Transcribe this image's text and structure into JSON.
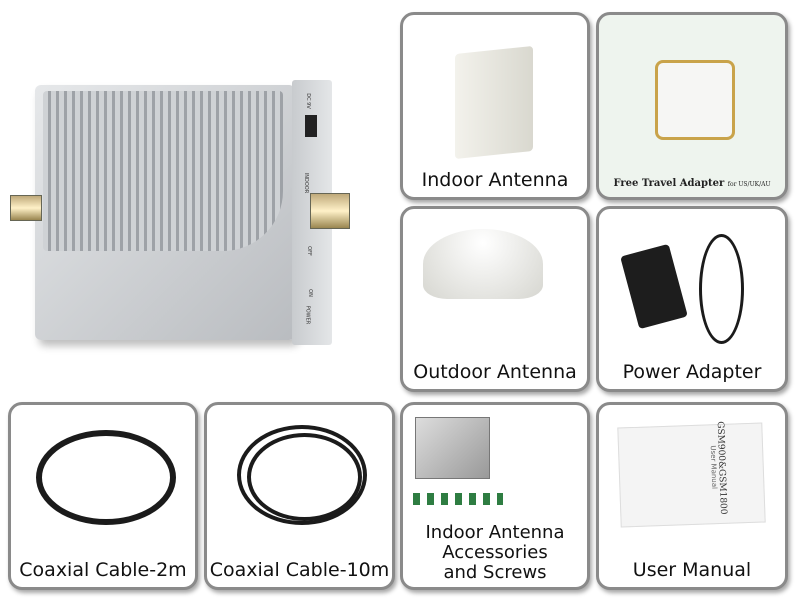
{
  "device": {
    "labels": {
      "dc": "DC 9V",
      "indoor": "INDOOR",
      "off": "OFF",
      "on": "ON",
      "power": "POWER"
    }
  },
  "panels": {
    "indoor_antenna": "Indoor Antenna",
    "travel_adapter": {
      "title": "Free Travel Adapter",
      "subtitle": "for US/UK/AU"
    },
    "outdoor_antenna": "Outdoor Antenna",
    "power_adapter": "Power Adapter",
    "coax_2m": "Coaxial Cable-2m",
    "coax_10m": "Coaxial Cable-10m",
    "accessories": [
      "Indoor Antenna",
      "Accessories",
      "and Screws"
    ],
    "user_manual": {
      "caption": "User Manual",
      "cover_title": "GSM900&GSM1800",
      "cover_subtitle": "User Manual"
    }
  }
}
